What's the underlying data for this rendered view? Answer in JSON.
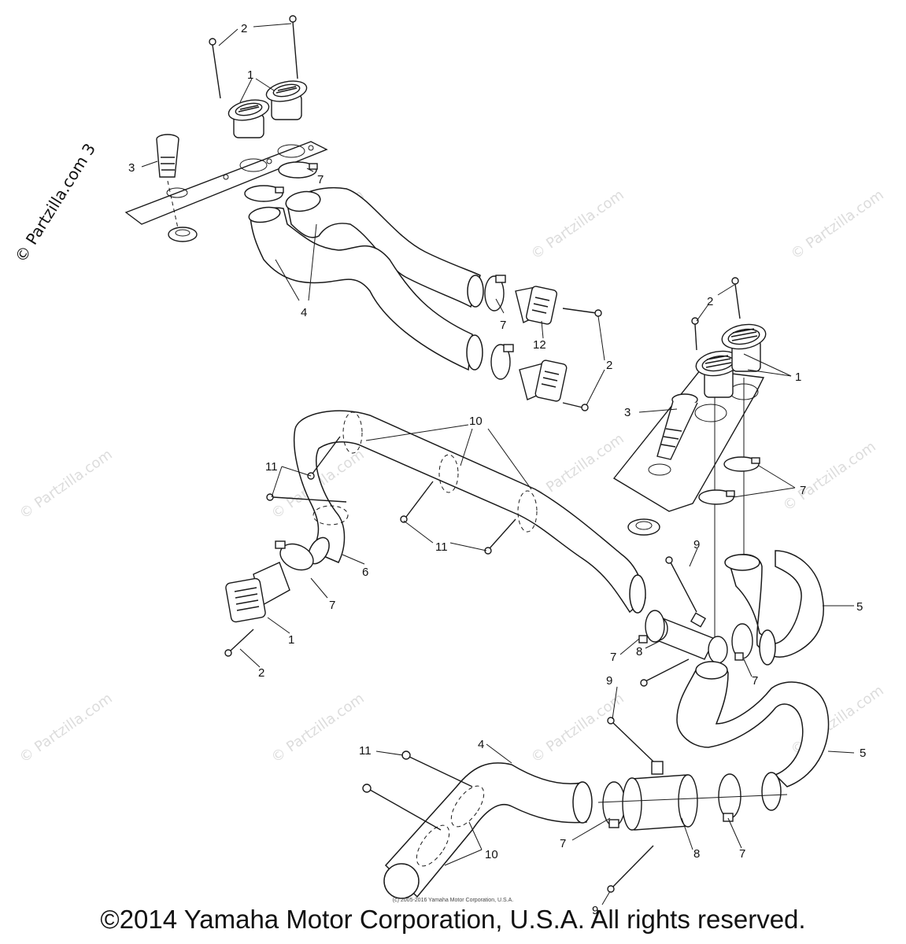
{
  "watermark": {
    "text": "© Partzilla.com",
    "side_text": "© Partzilla.com 3"
  },
  "callouts": {
    "c1": "1",
    "c2": "2",
    "c3": "3",
    "c4": "4",
    "c5": "5",
    "c6": "6",
    "c7": "7",
    "c8": "8",
    "c9": "9",
    "c10": "10",
    "c11": "11",
    "c12": "12"
  },
  "footer": {
    "small_credit": "(c) 2005-2016 Yamaha Motor Corporation, U.S.A.",
    "copyright": "©2014 Yamaha Motor Corporation, U.S.A. All rights reserved."
  }
}
